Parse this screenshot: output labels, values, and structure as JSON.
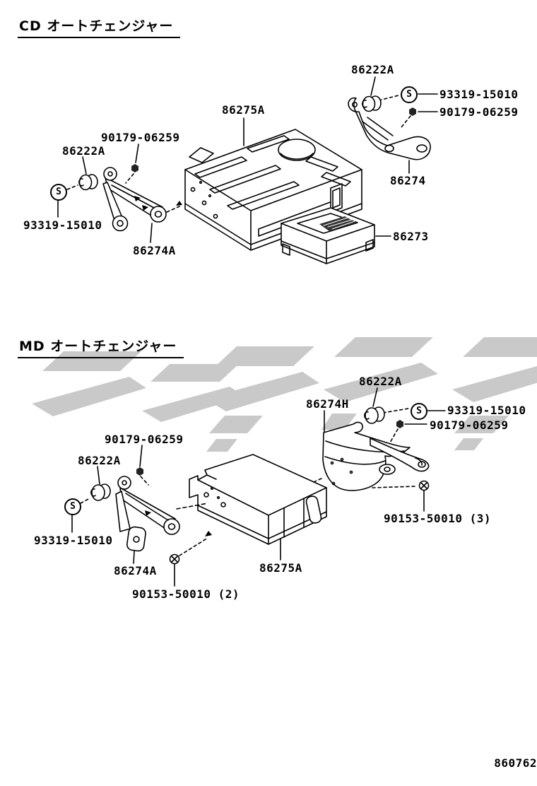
{
  "page": {
    "code": "860762",
    "s_marker": "S",
    "colors": {
      "line": "#000000",
      "watermark": "#c9c9c9",
      "background": "#ffffff"
    }
  },
  "cd_section": {
    "title": "CD オートチェンジャー",
    "labels": {
      "unit": "86275A",
      "grommet_left": "86222A",
      "grommet_right": "86222A",
      "screw_washer_left": "93319-15010",
      "screw_washer_right": "93319-15010",
      "nut_left": "90179-06259",
      "nut_right": "90179-06259",
      "bracket_left": "86274A",
      "bracket_right": "86274",
      "magazine": "86273"
    }
  },
  "md_section": {
    "title": "MD オートチェンジャー",
    "labels": {
      "unit": "86275A",
      "grommet_left": "86222A",
      "grommet_right": "86222A",
      "screw_washer_left": "93319-15010",
      "screw_washer_right": "93319-15010",
      "nut_left": "90179-06259",
      "nut_right": "90179-06259",
      "bracket_left": "86274A",
      "bracket_right": "86274H",
      "screw_left": "90153-50010 (2)",
      "screw_right": "90153-50010 (3)"
    }
  }
}
